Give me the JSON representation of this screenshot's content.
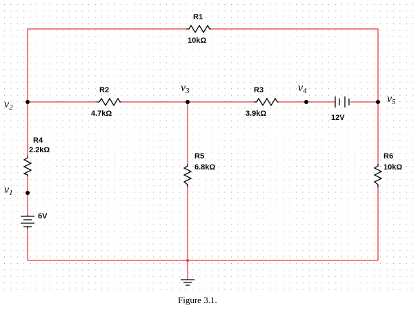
{
  "caption": "Figure 3.1.",
  "colors": {
    "wire": "#e8383d",
    "grid_dot": "#a0a0a0",
    "node": "#000000"
  },
  "components": {
    "r1": {
      "name": "R1",
      "value": "10kΩ"
    },
    "r2": {
      "name": "R2",
      "value": "4.7kΩ"
    },
    "r3": {
      "name": "R3",
      "value": "3.9kΩ"
    },
    "r4": {
      "name": "R4",
      "value": "2.2kΩ"
    },
    "r5": {
      "name": "R5",
      "value": "6.8kΩ"
    },
    "r6": {
      "name": "R6",
      "value": "10kΩ"
    },
    "v_source_12": {
      "value": "12V"
    },
    "v_source_6": {
      "value": "6V"
    }
  },
  "nodes": {
    "v1": {
      "symbol": "v",
      "sub": "1"
    },
    "v2": {
      "symbol": "v",
      "sub": "2"
    },
    "v3": {
      "symbol": "v",
      "sub": "3"
    },
    "v4": {
      "symbol": "v",
      "sub": "4"
    },
    "v5": {
      "symbol": "v",
      "sub": "5"
    }
  },
  "ground": {
    "icon": "ground-icon"
  }
}
